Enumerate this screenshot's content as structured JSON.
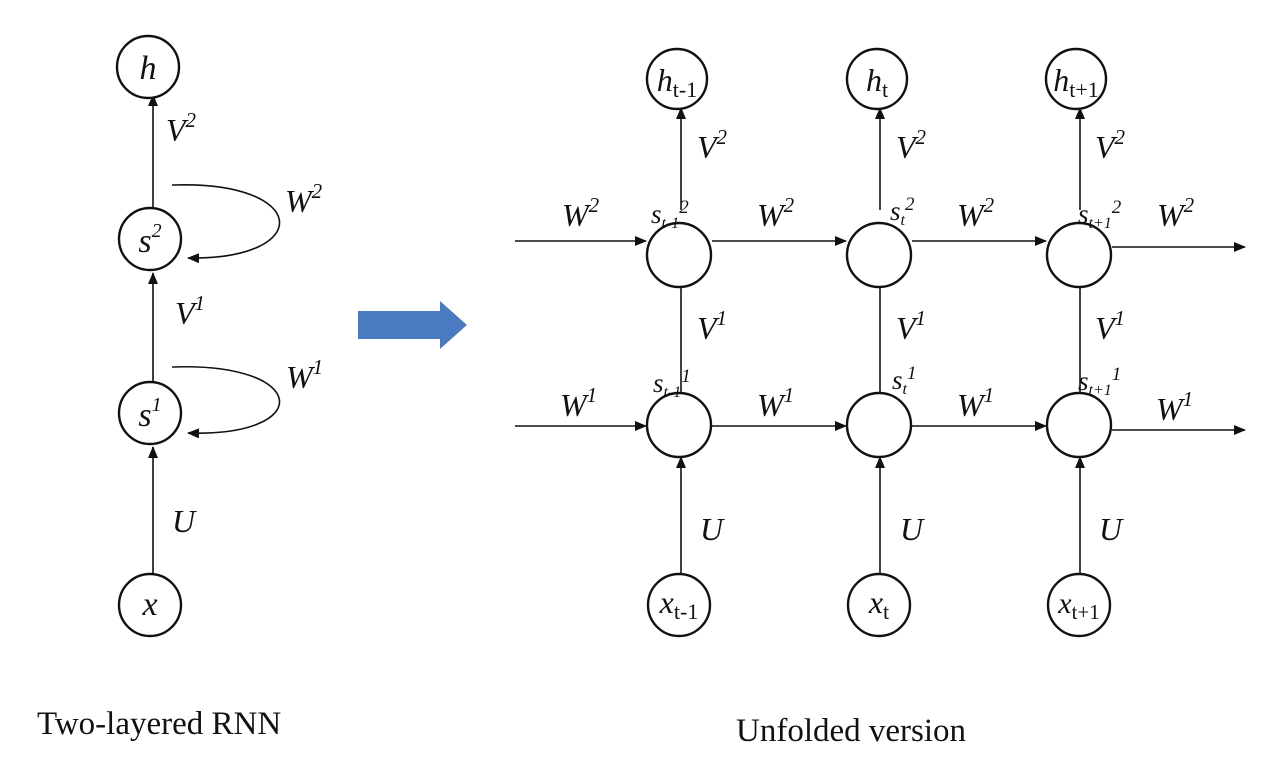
{
  "left_diagram": {
    "caption": "Two-layered RNN",
    "nodes": {
      "h": {
        "base": "h",
        "sup": ""
      },
      "s2": {
        "base": "s",
        "sup": "2"
      },
      "s1": {
        "base": "s",
        "sup": "1"
      },
      "x": {
        "base": "x",
        "sup": ""
      }
    },
    "edge_labels": {
      "V2": {
        "base": "V",
        "sup": "2"
      },
      "W2": {
        "base": "W",
        "sup": "2"
      },
      "V1": {
        "base": "V",
        "sup": "1"
      },
      "W1": {
        "base": "W",
        "sup": "1"
      },
      "U": {
        "base": "U",
        "sup": ""
      }
    }
  },
  "transition_arrow": {
    "color": "#4a7bc0"
  },
  "right_diagram": {
    "caption": "Unfolded version",
    "columns": [
      {
        "h": {
          "base": "h",
          "sub": "t-1"
        },
        "x": {
          "base": "x",
          "sub": "t-1"
        },
        "s2": {
          "base": "s",
          "sub": "t-1",
          "sup": "2"
        },
        "s1": {
          "base": "s",
          "sub": "t-1",
          "sup": "1"
        },
        "V2": "V",
        "V2_sup": "2",
        "V1": "V",
        "V1_sup": "1",
        "U": "U",
        "W2_in": "W",
        "W2_in_sup": "2",
        "W1_in": "W",
        "W1_in_sup": "1"
      },
      {
        "h": {
          "base": "h",
          "sub": "t"
        },
        "x": {
          "base": "x",
          "sub": "t"
        },
        "s2": {
          "base": "s",
          "sub": "t",
          "sup": "2"
        },
        "s1": {
          "base": "s",
          "sub": "t",
          "sup": "1"
        },
        "V2": "V",
        "V2_sup": "2",
        "V1": "V",
        "V1_sup": "1",
        "U": "U",
        "W2_in": "W",
        "W2_in_sup": "2",
        "W1_in": "W",
        "W1_in_sup": "1"
      },
      {
        "h": {
          "base": "h",
          "sub": "t+1"
        },
        "x": {
          "base": "x",
          "sub": "t+1"
        },
        "s2": {
          "base": "s",
          "sub": "t+1",
          "sup": "2"
        },
        "s1": {
          "base": "s",
          "sub": "t+1",
          "sup": "1"
        },
        "V2": "V",
        "V2_sup": "2",
        "V1": "V",
        "V1_sup": "1",
        "U": "U",
        "W2_in": "W",
        "W2_in_sup": "2",
        "W1_in": "W",
        "W1_in_sup": "1"
      }
    ],
    "output_labels": {
      "W2": "W",
      "W2_sup": "2",
      "W1": "W",
      "W1_sup": "1"
    }
  }
}
